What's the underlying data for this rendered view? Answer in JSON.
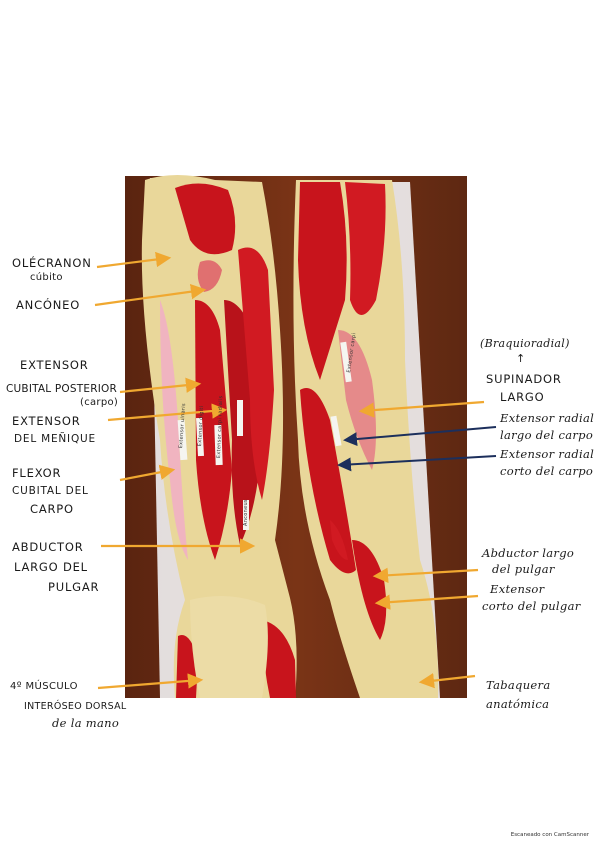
{
  "labels_left": {
    "olecranon": "OLÉCRANON",
    "cubito": "cúbito",
    "anconeo": "ANCÓNEO",
    "extensor_cubital_1": "EXTENSOR",
    "extensor_cubital_2": "CUBITAL POSTERIOR",
    "extensor_cubital_3": "(carpo)",
    "extensor_menique_1": "EXTENSOR",
    "extensor_menique_2": "DEL MEÑIQUE",
    "flexor_1": "FLEXOR",
    "flexor_2": "CUBITAL DEL",
    "flexor_3": "CARPO",
    "abductor_1": "ABDUCTOR",
    "abductor_2": "LARGO DEL",
    "abductor_3": "PULGAR",
    "interoseo_1": "4º MÚSCULO",
    "interoseo_2": "INTERÓSEO DORSAL",
    "interoseo_3": "de la mano"
  },
  "labels_right": {
    "braquiorradial": "(Braquioradial)",
    "arrow_up": "↑",
    "supinador_1": "SUPINADOR",
    "supinador_2": "LARGO",
    "ext_radial_largo_1": "Extensor radial",
    "ext_radial_largo_2": "largo del carpo",
    "ext_radial_corto_1": "Extensor radial",
    "ext_radial_corto_2": "corto del carpo",
    "abductor_1": "Abductor largo",
    "abductor_2": "del pulgar",
    "ext_corto_pulgar_1": "Extensor",
    "ext_corto_pulgar_2": "corto del pulgar",
    "tabaquera_1": "Tabaquera",
    "tabaquera_2": "anatómica"
  },
  "photo_tags": {
    "tag_1": "Extensor ulnaris",
    "tag_2": "Extensor digiti",
    "tag_3": "Extensor carpi radialis",
    "tag_4": "Anconeus",
    "tag_5": "Extensor carpi"
  },
  "footer": "Escaneado con CamScanner",
  "colors": {
    "arrow_orange": "#f0a830",
    "arrow_navy": "#1c2f5c",
    "muscle_red": "#c8141c",
    "tendon_cream": "#e8d596",
    "wood_brown": "#6a2a10"
  }
}
